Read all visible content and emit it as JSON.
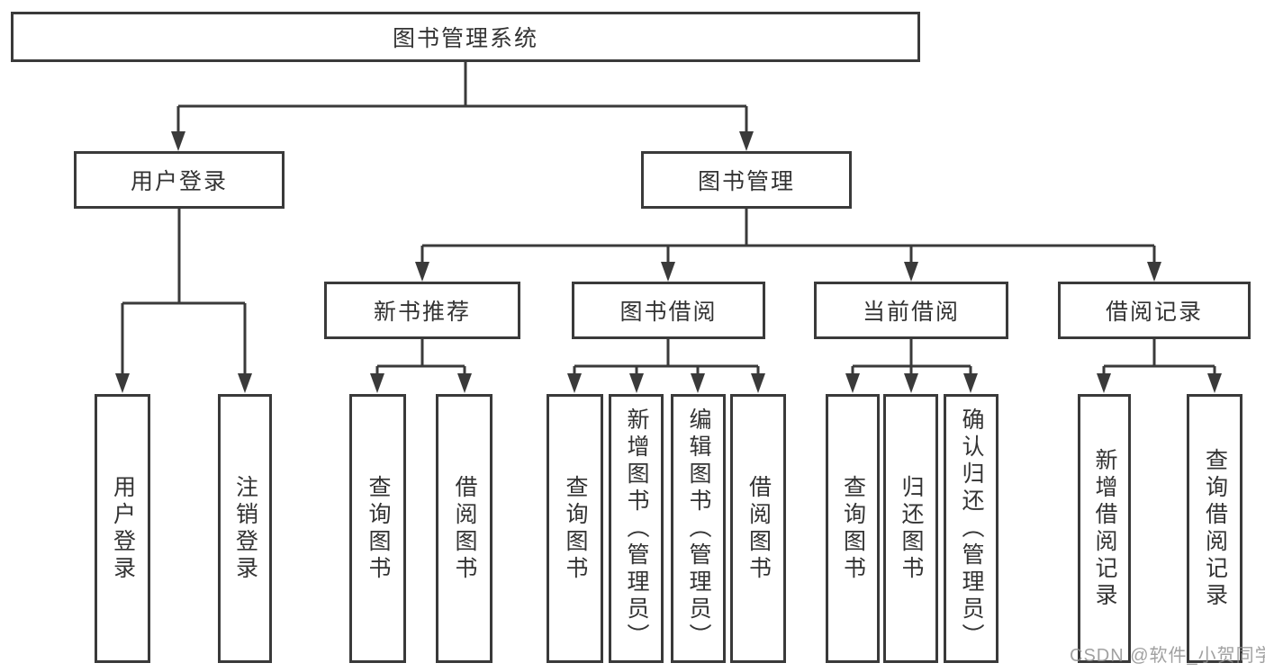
{
  "tree": {
    "root": {
      "label": "图书管理系统",
      "children": [
        {
          "label": "用户登录",
          "children": [
            {
              "label": "用户登录"
            },
            {
              "label": "注销登录"
            }
          ]
        },
        {
          "label": "图书管理",
          "children": [
            {
              "label": "新书推荐",
              "children": [
                {
                  "label": "查询图书"
                },
                {
                  "label": "借阅图书"
                }
              ]
            },
            {
              "label": "图书借阅",
              "children": [
                {
                  "label": "查询图书"
                },
                {
                  "label": "新增图书（管理员）"
                },
                {
                  "label": "编辑图书（管理员）"
                },
                {
                  "label": "借阅图书"
                }
              ]
            },
            {
              "label": "当前借阅",
              "children": [
                {
                  "label": "查询图书"
                },
                {
                  "label": "归还图书"
                },
                {
                  "label": "确认归还（管理员）"
                }
              ]
            },
            {
              "label": "借阅记录",
              "children": [
                {
                  "label": "新增借阅记录"
                },
                {
                  "label": "查询借阅记录"
                }
              ]
            }
          ]
        }
      ]
    }
  },
  "watermark": {
    "text": "CSDN @软件_小贺同学"
  },
  "colors": {
    "line": "#3a3a3a",
    "box_border": "#3a3a3a",
    "text": "#333333",
    "watermark": "#919191",
    "background": "#ffffff"
  }
}
